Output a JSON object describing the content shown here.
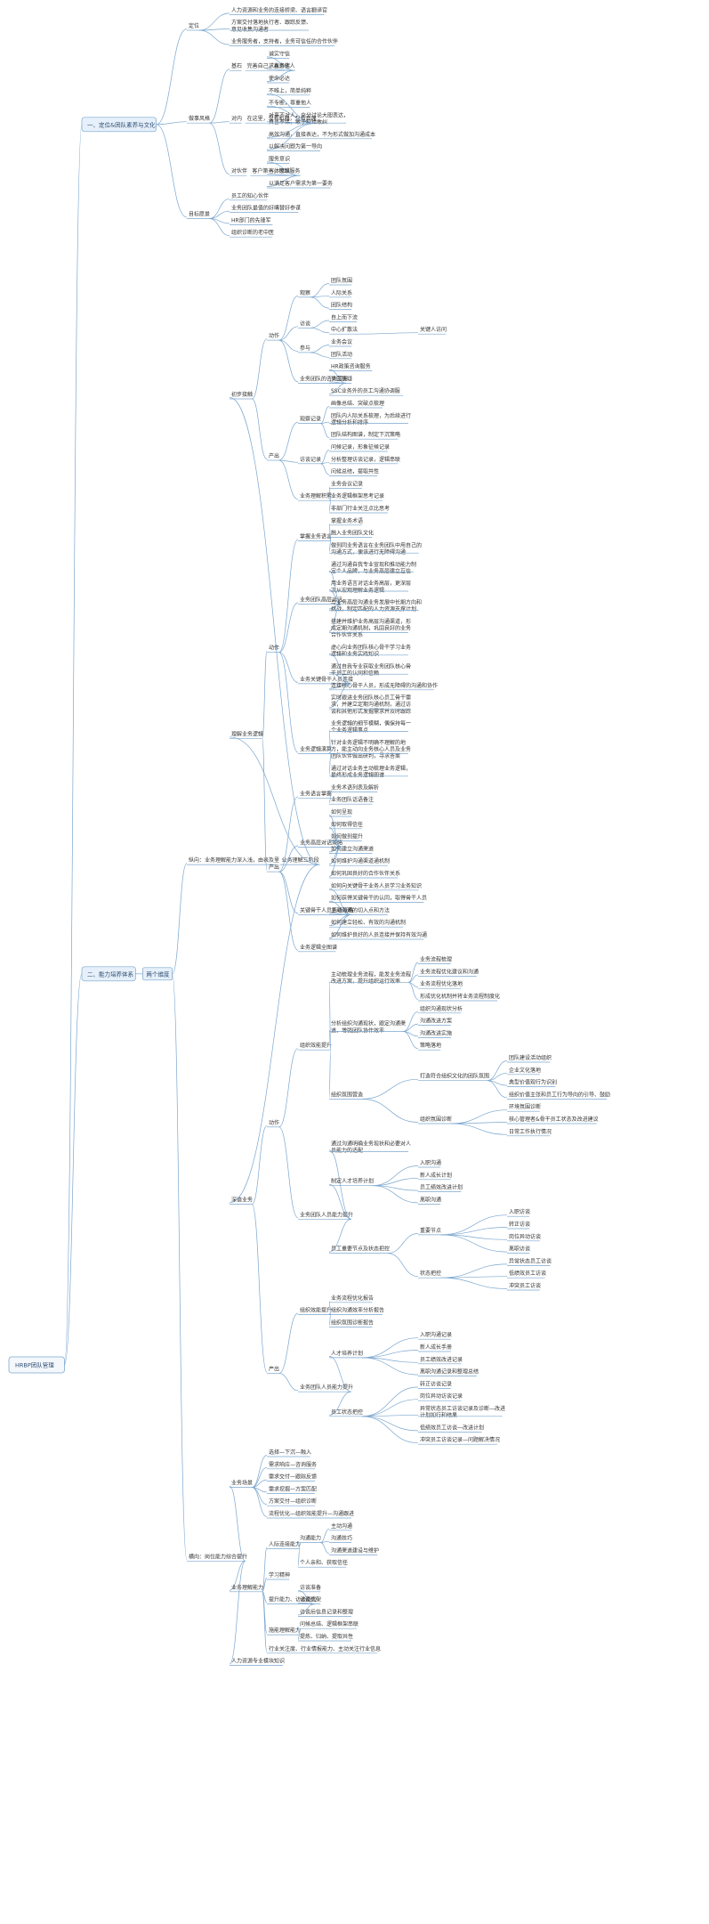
{
  "root": "HRBP团队管理",
  "branches": [
    {
      "label": "一、定位&团队素养与文化",
      "children": [
        {
          "label": "定位",
          "children": [
            {
              "label": "人力资源和业务的连接桥梁、语言翻译官"
            },
            {
              "label": "方案交付落地执行者、跟踪反馈、\n意见收集沟通者"
            },
            {
              "label": "业务服务者，支持者，业务可信任的合作伙伴"
            }
          ]
        },
        {
          "label": "做事风格",
          "children": [
            {
              "label": "基石",
              "text2": "完善自己，善意他人",
              "children": [
                {
                  "label": "诚实守信"
                },
                {
                  "label": "求真务实"
                },
                {
                  "label": "使命必达"
                }
              ]
            },
            {
              "label": "对内",
              "text2": "在这里，没有机器，只有真理",
              "children": [
                {
                  "label": "不唯上，简单纯粹"
                },
                {
                  "label": "不专断，尊重他人"
                },
                {
                  "label": "对事不对人，充分讨论大胆表达，\n真言不讳，敢于犯错敢纠"
                },
                {
                  "label": "高效沟通，直接表达，不为形式做加沟通成本"
                },
                {
                  "label": "以解决问题为第一导向"
                }
              ]
            },
            {
              "label": "对伙伴",
              "text2": "客户第一，极致服务",
              "children": [
                {
                  "label": "服务意识"
                },
                {
                  "label": "客体思维"
                },
                {
                  "label": "以满足客户需求为第一要务"
                }
              ]
            }
          ]
        },
        {
          "label": "目标愿景",
          "children": [
            {
              "label": "员工的知心伙伴"
            },
            {
              "label": "业务团队最值的好嘴替好参谋"
            },
            {
              "label": "HR部门的先锋军"
            },
            {
              "label": "组织诊断的老中医"
            }
          ]
        }
      ]
    },
    {
      "label": "二、能力培养体系",
      "sub": "两个维度",
      "children": [
        {
          "label": "纵向：业务理解能力深入浅，由表及里",
          "text2": "业务理解三阶段",
          "children": [
            {
              "label": "初步接触",
              "children": [
                {
                  "label": "动作",
                  "children": [
                    {
                      "label": "观察",
                      "children": [
                        {
                          "label": "团队氛围"
                        },
                        {
                          "label": "人际关系"
                        },
                        {
                          "label": "团队结构"
                        }
                      ]
                    },
                    {
                      "label": "访谈",
                      "children": [
                        {
                          "label": "自上而下流"
                        },
                        {
                          "label": "中心扩散法",
                          "children": [
                            {
                              "label": "关键人访问"
                            }
                          ]
                        }
                      ]
                    },
                    {
                      "label": "参与",
                      "children": [
                        {
                          "label": "业务会议"
                        },
                        {
                          "label": "团队活动"
                        }
                      ]
                    },
                    {
                      "label": "业务团队的咨询服务",
                      "children": [
                        {
                          "label": "HR政策咨询服务"
                        },
                        {
                          "label": "员工答疑"
                        },
                        {
                          "label": "SSC业务外的员工沟通协调服"
                        }
                      ]
                    }
                  ]
                },
                {
                  "label": "产出",
                  "children": [
                    {
                      "label": "观察记录",
                      "children": [
                        {
                          "label": "画像总结、突破点梳理"
                        },
                        {
                          "label": "团队内人际关系梳理，为后续进行\n逻辑分析和排序"
                        },
                        {
                          "label": "团队结构图谱，制定下沉策略"
                        }
                      ]
                    },
                    {
                      "label": "访谈记录",
                      "children": [
                        {
                          "label": "问候记录，形象征候记录"
                        },
                        {
                          "label": "分析整理访谈记录，逻辑串联"
                        },
                        {
                          "label": "问候总结，提取共性"
                        }
                      ]
                    },
                    {
                      "label": "业务理解积累",
                      "children": [
                        {
                          "label": "业务会议记录"
                        },
                        {
                          "label": "业务逻辑框架思考记录"
                        },
                        {
                          "label": "非部门行业关注点比思考"
                        }
                      ]
                    }
                  ]
                }
              ]
            },
            {
              "label": "理解业务逻辑",
              "children": [
                {
                  "label": "动作",
                  "children": [
                    {
                      "label": "掌握业务语言",
                      "children": [
                        {
                          "label": "掌握业务术语"
                        },
                        {
                          "label": "融入业务团队文化"
                        },
                        {
                          "label": "做到同业务语言在业务团队中用自己的\n沟通方式，便该进行无障碍沟通"
                        }
                      ]
                    },
                    {
                      "label": "业务团队高层对话",
                      "children": [
                        {
                          "label": "通过沟通自我专业宣现和推动能力制\n定个人品牌，与业务高层建立互信"
                        },
                        {
                          "label": "用业务语言对话业务高层，更深层\n次从宏观理解业务逻辑"
                        },
                        {
                          "label": "与业务高层沟通业务发展中长期方向和\n挑战，制定匹配的人力资源支撑计划"
                        },
                        {
                          "label": "搭建并维护业务高层沟通渠道，形\n成定期沟通机制，巩固良好的业务\n合作伙伴关系"
                        }
                      ]
                    },
                    {
                      "label": "业务关键骨干人员连接",
                      "children": [
                        {
                          "label": "虚心向业务团队核心骨干学习业务\n逻辑和业务实践知识"
                        },
                        {
                          "label": "通过自我专业获取业务团队核心骨\n干员工的认同和信赖"
                        },
                        {
                          "label": "连接核心骨干人员，形成无障碍的沟通和协作"
                        },
                        {
                          "label": "实时跟进业务团队核心员工骨干需\n求，并建立定期沟通机制，通过访\n谈和其他形式发掘需求并及时跟踪"
                        }
                      ]
                    },
                    {
                      "label": "业务逻辑演算",
                      "children": [
                        {
                          "label": "业务逻辑的细节模糊，偶保持每一\n个业务逻辑事点"
                        },
                        {
                          "label": "针对业务逻辑不明确不理解的地\n方，能主动向业务核心人员及业务\n团队伙伴做出研判，寻求答案"
                        },
                        {
                          "label": "通过对话业务主动梳理业务逻辑，\n最终形成业务逻辑图谱"
                        }
                      ]
                    }
                  ]
                },
                {
                  "label": "产出",
                  "children": [
                    {
                      "label": "业务语言掌握",
                      "children": [
                        {
                          "label": "业务术语列表及解析"
                        },
                        {
                          "label": "业务团队话语备注"
                        }
                      ]
                    },
                    {
                      "label": "业务高层对话策略",
                      "children": [
                        {
                          "label": "如何呈现"
                        },
                        {
                          "label": "如何取得信任"
                        },
                        {
                          "label": "如何做到提升"
                        },
                        {
                          "label": "如何建立沟通渠道"
                        },
                        {
                          "label": "如何维护沟通渠道通机制"
                        },
                        {
                          "label": "如何巩固良好的合作伙伴关系"
                        }
                      ]
                    },
                    {
                      "label": "关键骨干人员连接策略",
                      "children": [
                        {
                          "label": "如何向关键骨干业务人员学习业务知识"
                        },
                        {
                          "label": "如何获得关键骨干的认同，取得骨干人员"
                        },
                        {
                          "label": "主动沟通的切入点和方法"
                        },
                        {
                          "label": "如何建立轻松、有效的沟通机制"
                        },
                        {
                          "label": "如何维护良好的人员连接并保持有效沟通"
                        }
                      ]
                    },
                    {
                      "label": "业务逻辑全图谱"
                    }
                  ]
                }
              ]
            },
            {
              "label": "深谙业务",
              "children": [
                {
                  "label": "动作",
                  "children": [
                    {
                      "label": "组织效能提升",
                      "children": [
                        {
                          "label": "主动梳理业务流程，能发业务流程\n改进方案，提升组织运行效率",
                          "children": [
                            {
                              "label": "业务流程梳理"
                            },
                            {
                              "label": "业务流程优化建议和沟通"
                            },
                            {
                              "label": "业务流程优化落地"
                            },
                            {
                              "label": "形成优化机制并将业务流程制度化"
                            }
                          ]
                        },
                        {
                          "label": "分析组织沟通现状，跟定沟通渠\n道，增强团队协作效率",
                          "children": [
                            {
                              "label": "组织沟通现状分析"
                            },
                            {
                              "label": "沟通改进方案"
                            },
                            {
                              "label": "沟通改进实施"
                            },
                            {
                              "label": "策略落地"
                            }
                          ]
                        },
                        {
                          "label": "组织氛围营造",
                          "children": [
                            {
                              "label": "打造符合组织文化的团队氛围",
                              "children": [
                                {
                                  "label": "团队建设活动组织"
                                },
                                {
                                  "label": "企业文化落地"
                                },
                                {
                                  "label": "典型价值观行为识别"
                                },
                                {
                                  "label": "组织价值主张和员工行为导向的引导、鼓励"
                                }
                              ]
                            },
                            {
                              "label": "组织氛围诊断",
                              "children": [
                                {
                                  "label": "环境氛围诊断"
                                },
                                {
                                  "label": "核心管理者&骨干员工状态及改进建议"
                                },
                                {
                                  "label": "日常工作执行情况"
                                }
                              ]
                            }
                          ]
                        }
                      ]
                    },
                    {
                      "label": "业务团队人员能力提升",
                      "children": [
                        {
                          "label": "通过沟通明确业务现状和必要对人\n员能力的适配"
                        },
                        {
                          "label": "制定人才培养计划",
                          "children": [
                            {
                              "label": "入职沟通"
                            },
                            {
                              "label": "新人成长计划"
                            },
                            {
                              "label": "员工绩效改进计划"
                            },
                            {
                              "label": "离职沟通"
                            }
                          ]
                        },
                        {
                          "label": "员工重要节点及状态把控",
                          "children": [
                            {
                              "label": "重要节点",
                              "children": [
                                {
                                  "label": "入职访谈"
                                },
                                {
                                  "label": "转正访谈"
                                },
                                {
                                  "label": "岗位异动访谈"
                                },
                                {
                                  "label": "离职访谈"
                                }
                              ]
                            },
                            {
                              "label": "状态把控",
                              "children": [
                                {
                                  "label": "异常状态员工访谈"
                                },
                                {
                                  "label": "低绩效员工访谈"
                                },
                                {
                                  "label": "冲突员工访谈"
                                }
                              ]
                            }
                          ]
                        }
                      ]
                    }
                  ]
                },
                {
                  "label": "产出",
                  "children": [
                    {
                      "label": "组织效能提升",
                      "children": [
                        {
                          "label": "业务流程优化报告"
                        },
                        {
                          "label": "组织沟通效率分析报告"
                        },
                        {
                          "label": "组织氛围诊断报告"
                        }
                      ]
                    },
                    {
                      "label": "业务团队人员能力提升",
                      "children": [
                        {
                          "label": "人才培养计划",
                          "children": [
                            {
                              "label": "入职沟通记录"
                            },
                            {
                              "label": "新人成长手册"
                            },
                            {
                              "label": "员工绩效改进记录"
                            },
                            {
                              "label": "离职沟通记录和整理总结"
                            }
                          ]
                        },
                        {
                          "label": "员工状态把控",
                          "children": [
                            {
                              "label": "转正访谈记录"
                            },
                            {
                              "label": "岗位异动访谈记录"
                            },
                            {
                              "label": "异常状态员工访谈记录及诊断—改进\n计划如行和结果"
                            },
                            {
                              "label": "低绩效员工访谈—改进计划"
                            },
                            {
                              "label": "冲突员工访谈记录—问题解决情况"
                            }
                          ]
                        }
                      ]
                    }
                  ]
                }
              ]
            }
          ]
        },
        {
          "label": "横向：岗位能力综合提升",
          "children": [
            {
              "label": "业务场景",
              "children": [
                {
                  "label": "选择—下沉—融入"
                },
                {
                  "label": "需求响应—咨询服务"
                },
                {
                  "label": "需求交付—跟踪反馈"
                },
                {
                  "label": "需求挖掘—方案匹配"
                },
                {
                  "label": "方案交付—组织诊断"
                },
                {
                  "label": "流程优化—组织效能提升—沟通跟进"
                }
              ]
            },
            {
              "label": "业务理解能力",
              "children": [
                {
                  "label": "人际连接能力",
                  "children": [
                    {
                      "label": "沟通能力",
                      "children": [
                        {
                          "label": "主动沟通"
                        },
                        {
                          "label": "沟通技巧"
                        },
                        {
                          "label": "沟通渠道建设与维护"
                        }
                      ]
                    },
                    {
                      "label": "个人亲和、获取信任"
                    }
                  ]
                },
                {
                  "label": "学习精神"
                },
                {
                  "label": "提升能力、访谈能力",
                  "children": [
                    {
                      "label": "访谈准备"
                    },
                    {
                      "label": "访谈框架"
                    },
                    {
                      "label": "访谈后信息记录和整理"
                    }
                  ]
                },
                {
                  "label": "施能理解能力",
                  "children": [
                    {
                      "label": "问候总结、逻辑框架串联"
                    },
                    {
                      "label": "提炼、归纳、提取共性"
                    }
                  ]
                },
                {
                  "label": "行业关注度、行业情报能力、主动关注行业信息"
                }
              ]
            },
            {
              "label": "人力资源专业模块知识"
            }
          ]
        }
      ]
    }
  ]
}
